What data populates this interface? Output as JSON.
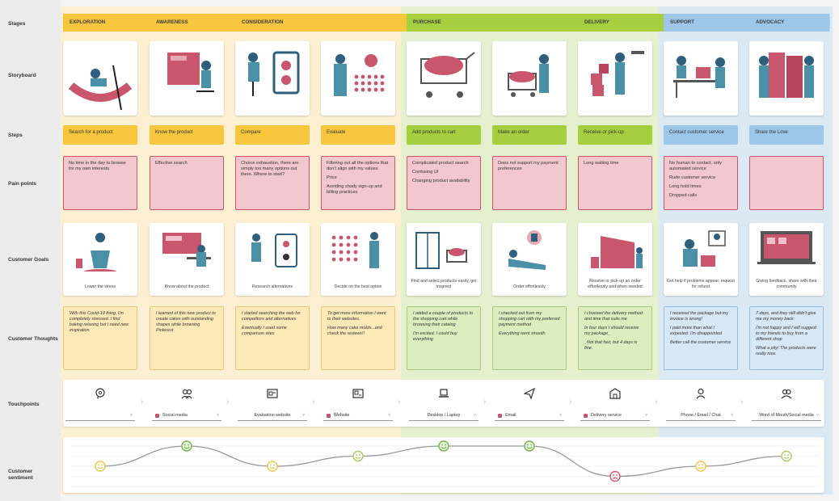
{
  "row_labels": {
    "stages": "Stages",
    "storyboard": "Storyboard",
    "steps": "Steps",
    "pain_points": "Pain points",
    "customer_goals": "Customer Goals",
    "customer_thoughts": "Customer Thoughts",
    "touchpoints": "Touchpoints",
    "sentiment": "Customer sentiment"
  },
  "stage_labels": [
    "EXPLORATION",
    "AWARENESS",
    "CONSIDERATION",
    "PURCHASE",
    "DELIVERY",
    "SUPPORT",
    "ADVOCACY"
  ],
  "colors": {
    "yellow": "#f6c63c",
    "yellow_bg": "#fdf0d2",
    "yellow_light": "#fde9b8",
    "green": "#a6cf3f",
    "green_bg": "#e5f0cf",
    "green_light": "#dcedc0",
    "blue": "#9cc7ea",
    "blue_bg": "#dbe9f4",
    "blue_light": "#d6e7f6",
    "pink": "#f2c7ce",
    "pink_border": "#c9566d",
    "accent": "#c9566d"
  },
  "storyboard_icons": [
    "hammock-laptop-icon",
    "news-billboard-icon",
    "tablet-compare-icon",
    "rating-stars-icon",
    "shopping-cart-icon",
    "cart-woman-icon",
    "delivery-drone-icon",
    "support-desk-icon",
    "shared-love-icon"
  ],
  "steps": [
    "Search for a product",
    "Know the product",
    "Compare",
    "Evaluate",
    "Add products to cart",
    "Make an order",
    "Receive or pick-up",
    "Contact customer service",
    "Share the Love"
  ],
  "pain_points": [
    [
      "No time in the day to browse for my own interests"
    ],
    [
      "Effective search"
    ],
    [
      "Choice exhaustion, there are simply too many options out there. Where to start?"
    ],
    [
      "Filtering out all the options that don't align with my values",
      "Price",
      "Avoiding shady sign-up and billing practices"
    ],
    [
      "Complicated product search",
      "Confusing UI",
      "Changing product availability"
    ],
    [
      "Does not support my payment preferences"
    ],
    [
      "Long waiting time"
    ],
    [
      "No human to contact, only automated service",
      "Rude customer service",
      "Long hold times",
      "Dropped calls"
    ],
    []
  ],
  "goals": [
    "Lower the stress",
    "Know about the product",
    "Research alternatives",
    "Decide on the best option",
    "Find and select products easily, get inspired",
    "Order effortlessly",
    "Receive or pick-up an order effortlessly and when needed",
    "Get help if problems appear, request for refund",
    "Giving feedback, share with their community"
  ],
  "goal_icons": [
    "meditation-icon",
    "news-reading-icon",
    "research-icon",
    "decide-icon",
    "store-cart-icon",
    "phone-order-icon",
    "pickup-icon",
    "refund-help-icon",
    "feedback-screen-icon"
  ],
  "thoughts": [
    [
      "With this Covid-19 thing, I'm completely stressed. I find baking relaxing but I need new inspiration"
    ],
    [
      "I learned of this new product to create cakes with outstanding shapes while browsing Pinterest"
    ],
    [
      "I started searching the web for competitors and alternatives",
      "Eventually I used some comparison sites"
    ],
    [
      "To get more information I went to their websites.",
      "How many cake molds...and check the reviews!!"
    ],
    [
      "I added a couple of products to the shopping cart while browsing their catalog",
      "I'm excited, I could buy everything"
    ],
    [
      "I checked out from my shopping cart with my preferred payment method",
      "Everything went smooth"
    ],
    [
      "I choosed the delivery method and time that suits me",
      "In four days I should receive my package_",
      "_Not that fast, but 4 days is fine."
    ],
    [
      "I received the package but my invoice is wrong!",
      "I paid more than what I expected. I'm  disappointed",
      "Better call the customer service"
    ],
    [
      "7 days, and they still didn't give me my money back",
      "I'm not happy and I will suggest to my friends to buy from a different shop",
      "What a pity! The products were really nice."
    ]
  ],
  "touchpoints": [
    {
      "icon": "head-gears-icon",
      "label": "",
      "tag": false
    },
    {
      "icon": "people-icon",
      "label": "Social media",
      "tag": true
    },
    {
      "icon": "website-icon",
      "label": "Evaluation website",
      "tag": false
    },
    {
      "icon": "website-alt-icon",
      "label": "Website",
      "tag": true
    },
    {
      "icon": "laptop-icon",
      "label": "Desktop / Laptop",
      "tag": false
    },
    {
      "icon": "paper-plane-icon",
      "label": "Email",
      "tag": true
    },
    {
      "icon": "store-icon",
      "label": "Delivery service",
      "tag": true
    },
    {
      "icon": "person-icon",
      "label": "Phone / Email / Chat",
      "tag": false
    },
    {
      "icon": "group-icon",
      "label": "Word of Mouth/Social media",
      "tag": false
    }
  ],
  "sentiment": {
    "levels": [
      0,
      1,
      2,
      3,
      4
    ],
    "values": [
      2,
      4,
      2,
      3,
      4,
      4,
      1,
      2,
      3
    ]
  }
}
